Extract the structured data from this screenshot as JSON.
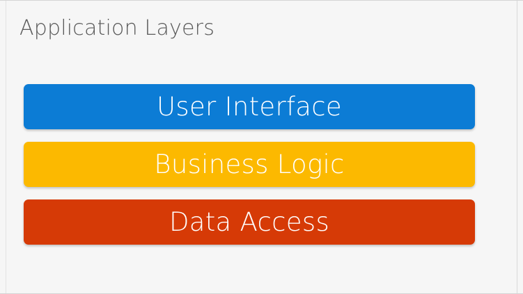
{
  "slide": {
    "title": "Application Layers",
    "background_color": "#f6f6f6",
    "title_color": "#595959",
    "border_color": "#d4d4d4"
  },
  "layers": [
    {
      "label": "User Interface",
      "fill_color": "#0c7cd5",
      "text_color": "#ffffff",
      "name": "layer-user-interface"
    },
    {
      "label": "Business Logic",
      "fill_color": "#fcb900",
      "text_color": "#ffffff",
      "name": "layer-business-logic"
    },
    {
      "label": "Data Access",
      "fill_color": "#d63a06",
      "text_color": "#ffffff",
      "name": "layer-data-access"
    }
  ]
}
